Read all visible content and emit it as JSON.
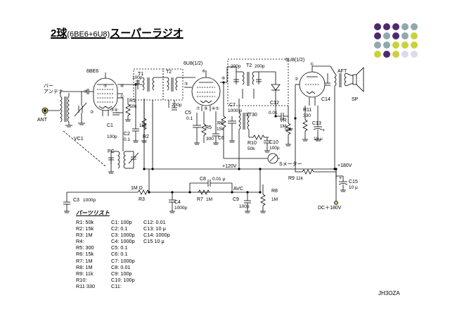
{
  "title": {
    "main": "2球",
    "sub": "(6BE6+6U8)",
    "tail": "スーパーラジオ"
  },
  "author": "JH3OZA",
  "decor_dot_rows": [
    [
      "#4d2a6e",
      "#4d2a6e",
      "#4d2a6e",
      "#8fa9ad",
      "#8fa9ad"
    ],
    [
      "#4d2a6e",
      "#8fa9ad",
      "#4d2a6e",
      "#8fa9ad",
      "#c9d13c"
    ],
    [
      "#8fa9ad",
      "#8fa9ad",
      "#c9d13c",
      "#c9d13c",
      "#c9d13c"
    ],
    [
      "#c9d13c",
      "#4d2a6e",
      "#c9d13c",
      "#dcd9ec",
      "#dcd9ec"
    ]
  ],
  "schematic": {
    "tube1": "6BE6",
    "tube1_pins": {
      "p5": "⑤",
      "p6": "⑥",
      "p7": "⑦",
      "p1": "①",
      "p34": "③④",
      "p2": "②"
    },
    "tube2": "6U8(1/2)",
    "tube2_pins": {
      "p6": "⑥",
      "p3": "③",
      "p8": "⑧",
      "p7": "⑦",
      "p45": "④⑤",
      "p9": "⑨"
    },
    "tube3": "6U8(1/2)",
    "tube3_pins": {
      "p1": "①",
      "p2": "②",
      "p9": "⑨",
      "p6": "⑥"
    },
    "antenna_label": "バー\nアンテナ",
    "ant": "ANT",
    "vc1": "VC1",
    "pc": "PC",
    "t1": "T1",
    "t2a": "T2",
    "t2b": "T2",
    "aft": "AFT",
    "sp": "SP",
    "st30": "ST30",
    "meter": "Sメーター",
    "avc": "AVC",
    "b120": "+120V",
    "b180": "+180V",
    "dc180": "DC＋180V",
    "c1": "C1",
    "c1v": "100p",
    "c2": "C2",
    "c2v": "0.1",
    "c3": "C3",
    "c3v": "1000p",
    "c4": "C4",
    "c4v": "1000p",
    "c5": "C5",
    "c5v": "0.1",
    "c6": "C6",
    "c7": "C7",
    "c7v": "1000 p",
    "c8": "C8",
    "c8v": "0.01 μ",
    "c9": "C9",
    "c9v": "100p",
    "c10": "C10",
    "c10v": "100p",
    "c12": "C12",
    "c12v": "0.01",
    "c13": "C13",
    "c13v": "10 μ",
    "c14": "C14",
    "c15": "C15",
    "c15v": "10 μ",
    "r1": "R1",
    "r1v": "50k",
    "r2": "R2",
    "r2v": "15k",
    "r3": "R3",
    "r3v": "1M Ω",
    "r5": "R5",
    "r5v": "300",
    "r6": "R6",
    "r6v": "15k",
    "r7": "R7",
    "r7v": "1M",
    "r8": "R8",
    "r8v": "1M",
    "r9": "R9",
    "r9v": "11k",
    "r10": "R10",
    "r10v": "50k",
    "r11": "R11",
    "r11v": "330",
    "vr": "VR",
    "vrv": "1M",
    "vr50k": "50k",
    "cap100p": "100p",
    "cap200p_a": "200p",
    "cap200p_b": "200p",
    "cap200p_c": "200p",
    "plus": "+"
  },
  "parts": {
    "heading": "パーツリスト",
    "col1": [
      "R1: 50k",
      "R2: 15k",
      "R3: 1M",
      "R4:",
      "R5: 300",
      "R6: 15k",
      "R7: 1M",
      "R8: 1M",
      "R9: 11k",
      "R10:",
      "R11 330"
    ],
    "col2": [
      "C1: 100p",
      "C2: 0.1",
      "C3: 1000p",
      "C4: 1000p",
      "C5: 0.1",
      "C6: 0.1",
      "C7: 1000p",
      "C8: 0.01",
      "C9: 100p",
      "C10: 100p",
      "C11:"
    ],
    "col3": [
      "C12: 0.01",
      "C13: 10 μ",
      "C14: 1000p",
      "C15 10 μ"
    ]
  }
}
